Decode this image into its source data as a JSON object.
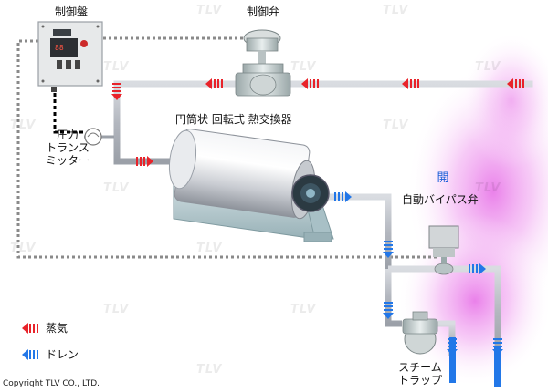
{
  "labels": {
    "control_panel": "制御盤",
    "control_valve": "制御弁",
    "pressure_transmitter": "圧力\nトランス\nミッター",
    "heat_exchanger": "円筒状 回転式 熱交換器",
    "valve_state": "開",
    "auto_bypass_valve": "自動バイパス弁",
    "steam_trap": "スチーム\nトラップ"
  },
  "legend": {
    "steam": "蒸気",
    "drain": "ドレン"
  },
  "copyright": "Copyright TLV CO., LTD.",
  "watermark": "TLV",
  "colors": {
    "steam": "#e8232a",
    "drain": "#2277e8",
    "pipe": "#b8bcc4",
    "signal": "#8a8a8a",
    "glow": "#f080f0"
  }
}
